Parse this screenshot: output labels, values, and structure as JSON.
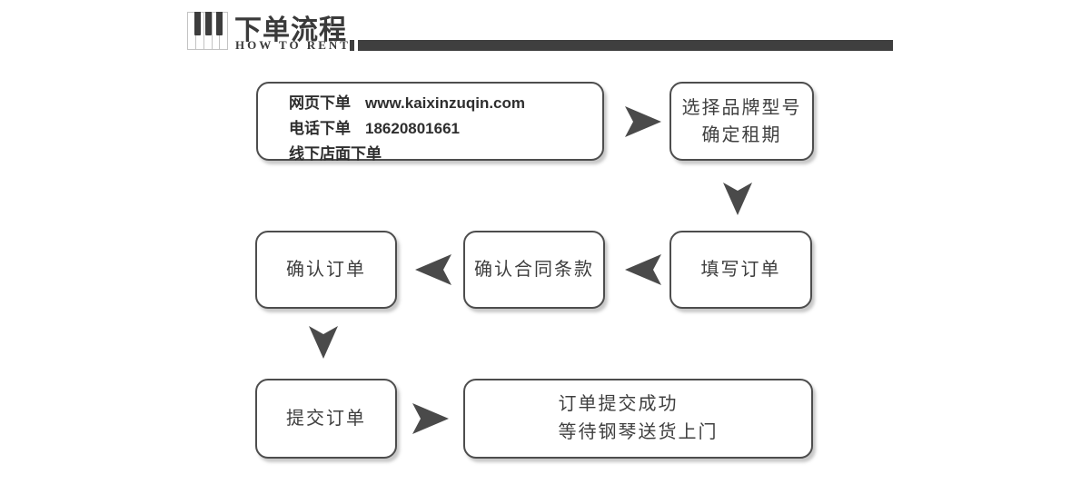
{
  "header": {
    "title": "下单流程",
    "subtitle": "HOW TO RENT"
  },
  "flow": {
    "order_channels": {
      "rows": [
        {
          "label": "网页下单",
          "value": "www.kaixinzuqin.com"
        },
        {
          "label": "电话下单",
          "value": "18620801661"
        },
        {
          "label": "线下店面下单",
          "value": ""
        }
      ]
    },
    "select_model": {
      "line1": "选择品牌型号",
      "line2": "确定租期"
    },
    "fill_order": {
      "label": "填写订单"
    },
    "confirm_terms": {
      "label": "确认合同条款"
    },
    "confirm_order": {
      "label": "确认订单"
    },
    "submit_order": {
      "label": "提交订单"
    },
    "success": {
      "line1": "订单提交成功",
      "line2": "等待钢琴送货上门"
    }
  },
  "icons": {
    "logo": "piano-keys-icon",
    "arrow_right": "arrow-right-icon",
    "arrow_left": "arrow-left-icon",
    "arrow_down": "arrow-down-icon"
  },
  "colors": {
    "text": "#3a3a3a",
    "accent_bar": "#3f3f3f",
    "box_border": "#4d4d4d",
    "arrow": "#4a4a4a",
    "box_background": "#ffffff"
  }
}
